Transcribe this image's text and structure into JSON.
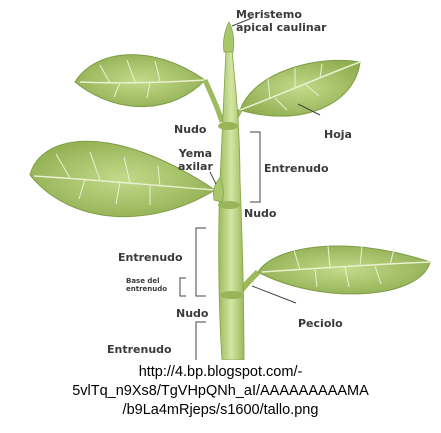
{
  "labels": {
    "meristemo": "Meristemo\napical caulinar",
    "hoja": "Hoja",
    "nudo_top": "Nudo",
    "entrenudo_upper": "Entrenudo",
    "yema": "Yema\naxilar",
    "nudo_mid": "Nudo",
    "entrenudo_mid": "Entrenudo",
    "base": "Base del\nentrenudo",
    "nudo_low": "Nudo",
    "peciolo": "Peciolo",
    "entrenudo_bottom": "Entrenudo"
  },
  "caption": {
    "line1": "http://4.bp.blogspot.com/-",
    "line2": "5vlTq_n9Xs8/TgVHpQNh_aI/AAAAAAAAAMA",
    "line3": "/b9La4mRjeps/s1600/tallo.png"
  },
  "colors": {
    "stem": "#b5cf7a",
    "leaf": "#a7c46a",
    "leaf_vein": "#e9f1cf",
    "line": "#444444"
  }
}
